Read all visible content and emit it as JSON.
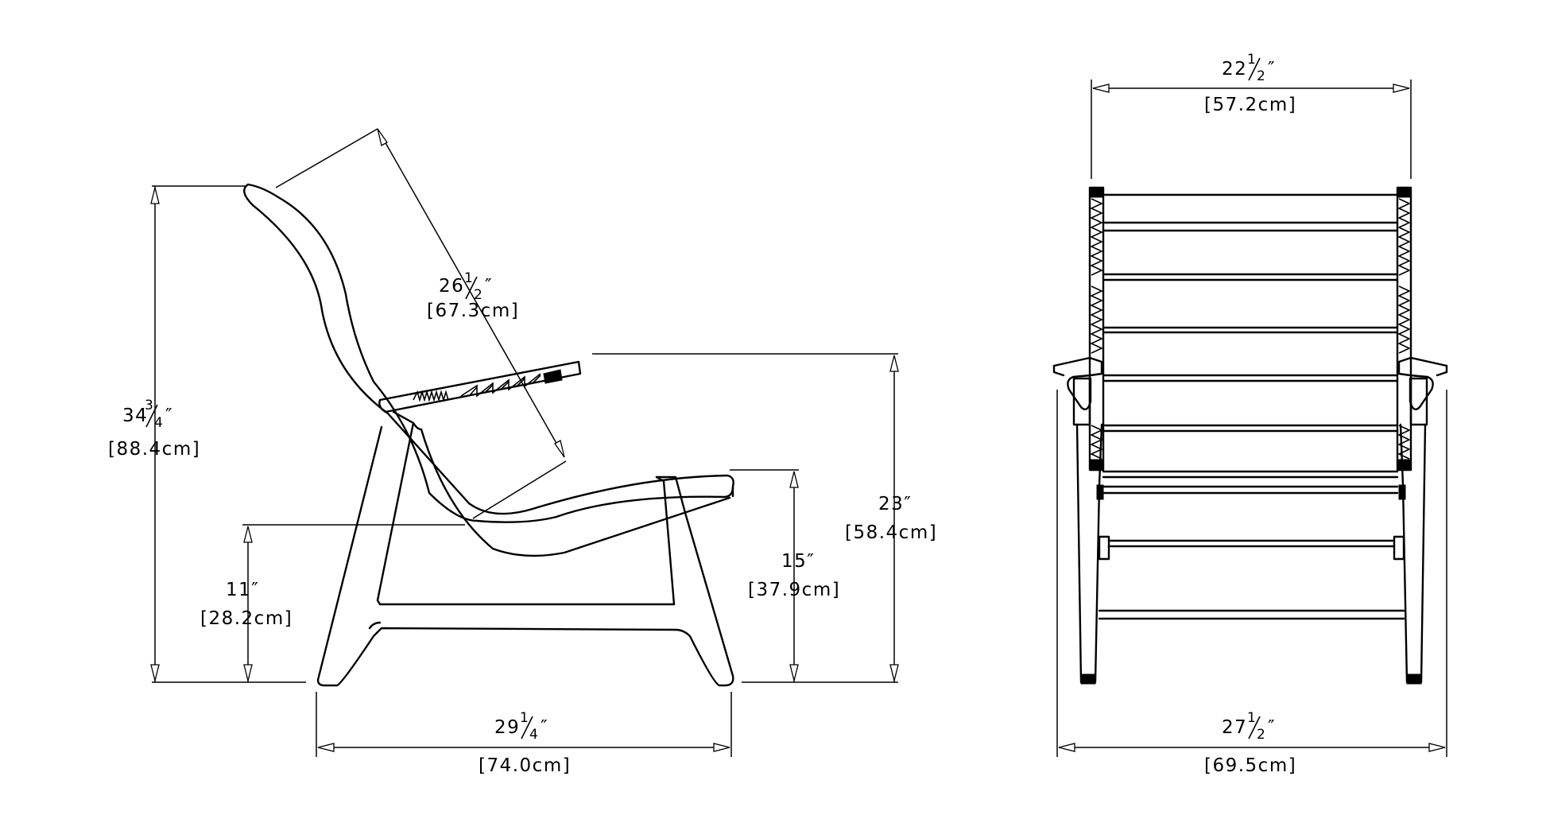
{
  "dimensions": {
    "back_length": {
      "whole": "26",
      "numerator": "1",
      "denominator": "2",
      "inch_mark": "″",
      "metric": "[67.3cm]"
    },
    "overall_height": {
      "whole": "34",
      "numerator": "3",
      "denominator": "4",
      "inch_mark": "″",
      "metric": "[88.4cm]"
    },
    "arm_height": {
      "text": "23″",
      "metric": "[58.4cm]"
    },
    "seat_height": {
      "text": "15″",
      "metric": "[37.9cm]"
    },
    "seat_low": {
      "text": "11″",
      "metric": "[28.2cm]"
    },
    "side_depth": {
      "whole": "29",
      "numerator": "1",
      "denominator": "4",
      "inch_mark": "″",
      "metric": "[74.0cm]"
    },
    "seat_width": {
      "whole": "22",
      "numerator": "1",
      "denominator": "2",
      "inch_mark": "″",
      "metric": "[57.2cm]"
    },
    "front_width": {
      "whole": "27",
      "numerator": "1",
      "denominator": "2",
      "inch_mark": "″",
      "metric": "[69.5cm]"
    }
  }
}
